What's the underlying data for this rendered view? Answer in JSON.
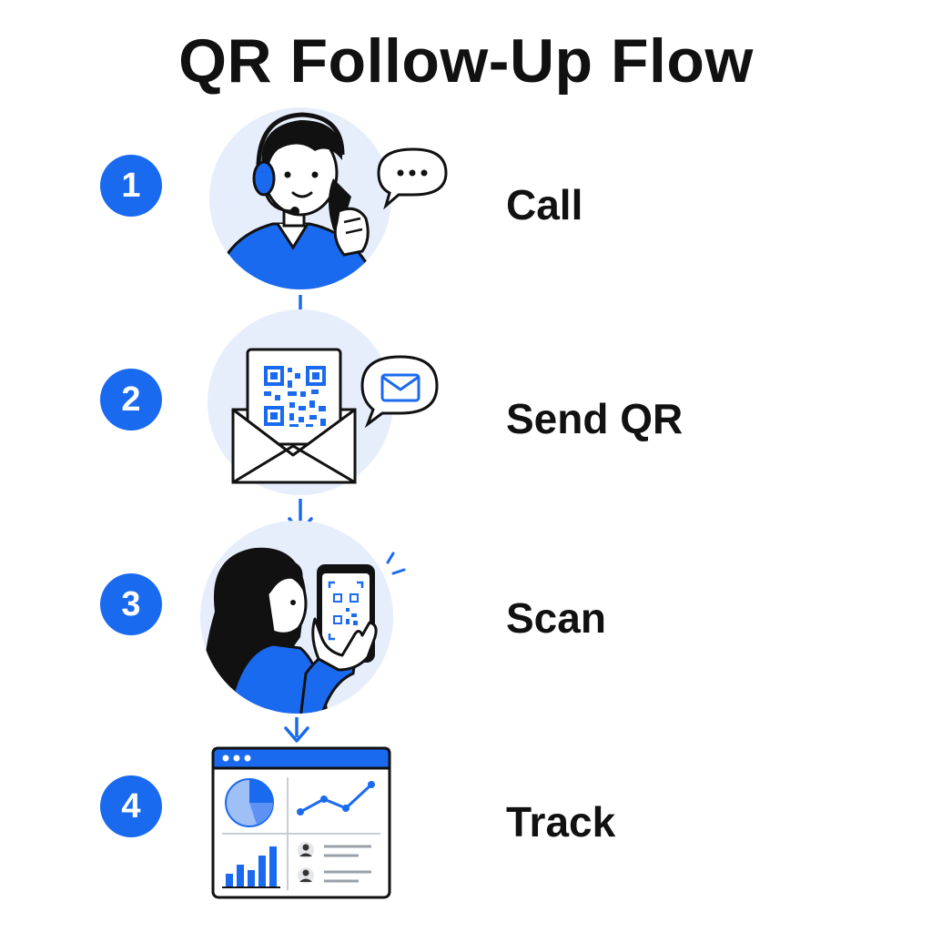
{
  "title": "QR Follow-Up Flow",
  "colors": {
    "accent": "#1a6af0",
    "accent_light": "#e6eefc",
    "ink": "#111111"
  },
  "steps": [
    {
      "number": "1",
      "label": "Call",
      "icon": "call-center-agent-icon"
    },
    {
      "number": "2",
      "label": "Send QR",
      "icon": "qr-envelope-icon"
    },
    {
      "number": "3",
      "label": "Scan",
      "icon": "phone-scan-icon"
    },
    {
      "number": "4",
      "label": "Track",
      "icon": "analytics-dashboard-icon"
    }
  ]
}
